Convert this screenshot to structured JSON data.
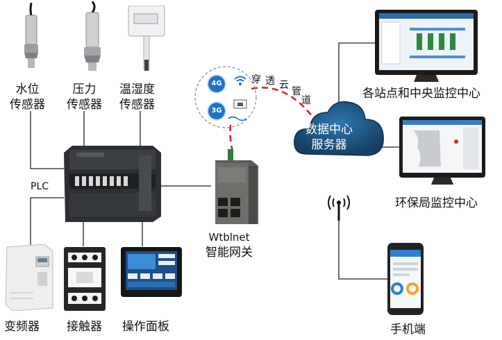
{
  "sensors": {
    "water_level": [
      "水位",
      "传感器"
    ],
    "pressure": [
      "压力",
      "传感器"
    ],
    "temp_humidity": [
      "温湿度",
      "传感器"
    ]
  },
  "plc_label": "PLC",
  "gateway_label": [
    "Wtblnet",
    "智能网关"
  ],
  "tunnel_label": [
    "穿",
    "透",
    "云",
    "管",
    "道"
  ],
  "badges": {
    "g4": "4G",
    "g3": "3G"
  },
  "server_label": [
    "数据中心",
    "服务器"
  ],
  "outputs": {
    "stations": "各站点和中央监控中心",
    "env_bureau": "环保局监控中心",
    "mobile": "手机端"
  },
  "field_devices": {
    "inverter": "变频器",
    "contactor": "接触器",
    "operator_panel": "操作面板"
  },
  "colors": {
    "cloud": "#1f5d8c",
    "tunnel_line": "#e0202a",
    "wire": "#222222",
    "badge": "#1e73c8"
  }
}
